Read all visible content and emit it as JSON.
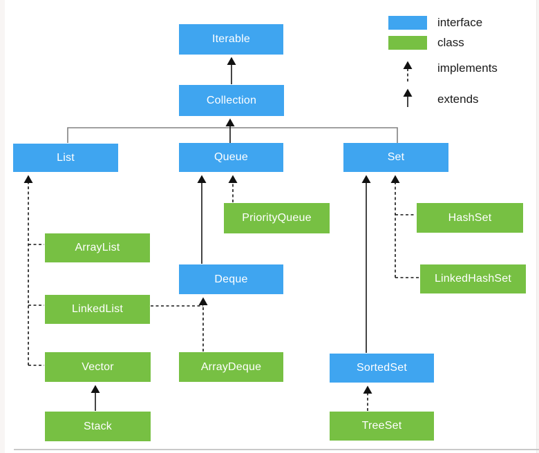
{
  "colors": {
    "interface": "#3fa5f0",
    "class": "#77c043",
    "line": "#141414",
    "connector": "#808080"
  },
  "legend": {
    "items": [
      {
        "kind": "interface-swatch",
        "label": "interface",
        "color": "#3fa5f0"
      },
      {
        "kind": "class-swatch",
        "label": "class",
        "color": "#77c043"
      },
      {
        "kind": "dashed-arrow",
        "label": "implements"
      },
      {
        "kind": "solid-arrow",
        "label": "extends"
      }
    ]
  },
  "nodes": {
    "iterable": {
      "label": "Iterable",
      "type": "interface"
    },
    "collection": {
      "label": "Collection",
      "type": "interface"
    },
    "list": {
      "label": "List",
      "type": "interface"
    },
    "queue": {
      "label": "Queue",
      "type": "interface"
    },
    "set": {
      "label": "Set",
      "type": "interface"
    },
    "arraylist": {
      "label": "ArrayList",
      "type": "class"
    },
    "linkedlist": {
      "label": "LinkedList",
      "type": "class"
    },
    "vector": {
      "label": "Vector",
      "type": "class"
    },
    "stack": {
      "label": "Stack",
      "type": "class"
    },
    "priorityqueue": {
      "label": "PriorityQueue",
      "type": "class"
    },
    "deque": {
      "label": "Deque",
      "type": "interface"
    },
    "arraydeque": {
      "label": "ArrayDeque",
      "type": "class"
    },
    "hashset": {
      "label": "HashSet",
      "type": "class"
    },
    "linkedhashset": {
      "label": "LinkedHashSet",
      "type": "class"
    },
    "sortedset": {
      "label": "SortedSet",
      "type": "interface"
    },
    "treeset": {
      "label": "TreeSet",
      "type": "class"
    }
  },
  "edges": [
    {
      "from": "Collection",
      "to": "Iterable",
      "relation": "extends"
    },
    {
      "from": "List",
      "to": "Collection",
      "relation": "extends"
    },
    {
      "from": "Queue",
      "to": "Collection",
      "relation": "extends"
    },
    {
      "from": "Set",
      "to": "Collection",
      "relation": "extends"
    },
    {
      "from": "ArrayList",
      "to": "List",
      "relation": "implements"
    },
    {
      "from": "LinkedList",
      "to": "List",
      "relation": "implements"
    },
    {
      "from": "Vector",
      "to": "List",
      "relation": "implements"
    },
    {
      "from": "Stack",
      "to": "Vector",
      "relation": "extends"
    },
    {
      "from": "PriorityQueue",
      "to": "Queue",
      "relation": "implements"
    },
    {
      "from": "Deque",
      "to": "Queue",
      "relation": "extends"
    },
    {
      "from": "LinkedList",
      "to": "Deque",
      "relation": "implements"
    },
    {
      "from": "ArrayDeque",
      "to": "Deque",
      "relation": "implements"
    },
    {
      "from": "HashSet",
      "to": "Set",
      "relation": "implements"
    },
    {
      "from": "LinkedHashSet",
      "to": "Set",
      "relation": "implements"
    },
    {
      "from": "SortedSet",
      "to": "Set",
      "relation": "extends"
    },
    {
      "from": "TreeSet",
      "to": "SortedSet",
      "relation": "implements"
    }
  ]
}
